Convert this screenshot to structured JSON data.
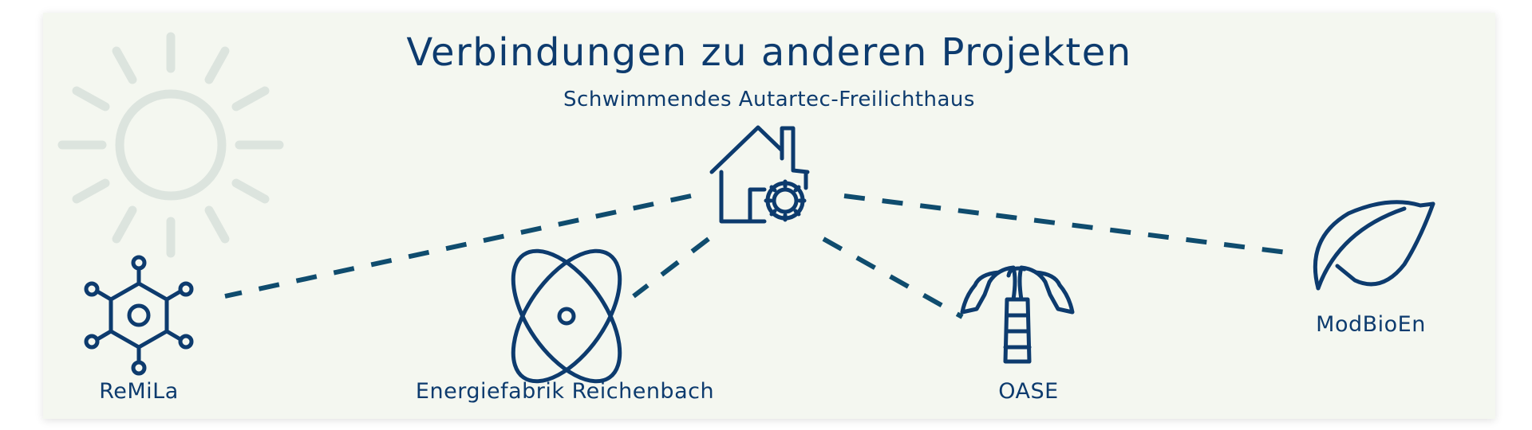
{
  "title": "Verbindungen zu anderen Projekten",
  "subtitle": "Schwimmendes Autartec-Freilichthaus",
  "colors": {
    "primary": "#0d3b6e",
    "connector": "#0f4c6e",
    "background": "#f4f7f0",
    "decoration": "#dce4de"
  },
  "center_node": {
    "icon": "house-gear-icon"
  },
  "nodes": [
    {
      "label": "ReMiLa",
      "icon": "molecule-icon"
    },
    {
      "label": "Energiefabrik Reichenbach",
      "icon": "atom-orbit-icon"
    },
    {
      "label": "OASE",
      "icon": "palm-tree-icon"
    },
    {
      "label": "ModBioEn",
      "icon": "leaf-icon"
    }
  ]
}
